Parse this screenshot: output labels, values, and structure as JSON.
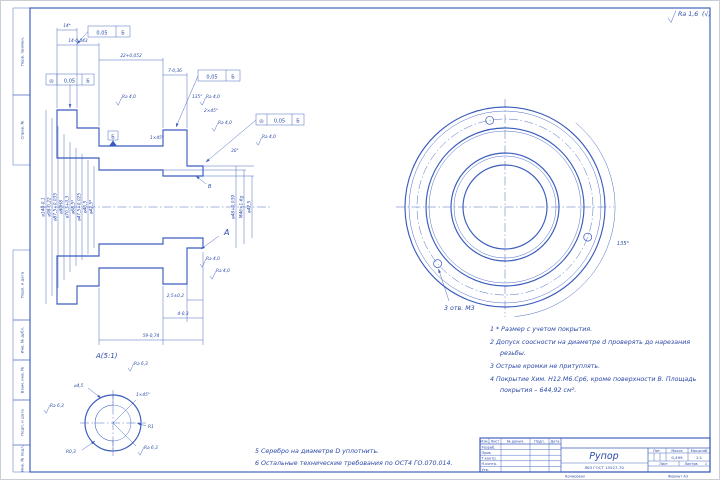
{
  "colors": {
    "line": "#3a5cbd",
    "text": "#2b4aa6",
    "background": "#ffffff"
  },
  "corner": {
    "ra": "Ra 1,6",
    "rest": "(√)"
  },
  "frames": {
    "f1": {
      "tol": "0,05",
      "datum": "Б"
    },
    "f2": {
      "sym": "◎",
      "tol": "0,05",
      "datum": "Б"
    },
    "f3": {
      "tol": "0,05",
      "datum": "Б"
    },
    "f4": {
      "sym": "◎",
      "tol": "0,05",
      "datum": "Б"
    },
    "datum_flag": "Б"
  },
  "sv": {
    "label_a": "А",
    "label_b": "В",
    "dims_top": [
      "14*",
      "14-0,043",
      "22+0,052",
      "7-0,36"
    ],
    "dims_left": [
      "⌀140-0,1",
      "⌀98-0,22",
      "⌀87,5+0,035",
      "⌀80H8",
      "⌀70,5+0,3",
      "⌀68,5*",
      "⌀47,5+0,025",
      "⌀46,5",
      "⌀42,5*"
    ],
    "dims_right": [
      "⌀48+0,039",
      "M46×1-6g",
      "⌀42,5"
    ],
    "dims_bottom": [
      "2,5±0,2",
      "4-0,3",
      "59-0,74"
    ],
    "chamfers": [
      "135°",
      "2×45°",
      "1×45°",
      "30°"
    ],
    "rough": [
      "Ra 4,0",
      "Ra 4,0",
      "Ra 4,0",
      "Ra 4,0",
      "Ra 4,0",
      "Ra 4,0"
    ]
  },
  "cv": {
    "holes_note": "3 отв. М3",
    "angle": "135°"
  },
  "dv": {
    "title": "А(5:1)",
    "labels": [
      "⌀4,5",
      "1×45°",
      "R1",
      "R0,3"
    ],
    "rough": [
      "Ra 6,3",
      "Ra 6,3",
      "Ra 6,3"
    ]
  },
  "tech": {
    "l1": "1 * Размер с учетом покрытия.",
    "l2": "2 Допуск соосности на диаметре d проверять до нарезания",
    "l3": "резьбы.",
    "l4": "3 Острые кромки не притуплять.",
    "l5": "4 Покрытие Хим. Н12.М6.Ср6, кроме поверхности В. Площадь",
    "l6": "покрытия – 644,92 см²."
  },
  "notes": {
    "n5": "5 Серебро на диаметре D уплотнить.",
    "n6": "6 Остальные технические требования по ОСТ4 ГО.070.014."
  },
  "margin": [
    "Перв. примен.",
    "Справ. №",
    "Подп. и дата",
    "Инв. № дубл.",
    "Взам. инв. №",
    "Подп. и дата",
    "Инв. № подл."
  ],
  "tb": {
    "part_name": "Рупор",
    "designation": "",
    "cols": [
      "Изм.",
      "Лист",
      "№ докум.",
      "Подп.",
      "Дата"
    ],
    "rows": [
      "Разраб.",
      "Пров.",
      "Т.контр.",
      "Н.контр.",
      "Утв."
    ],
    "lit_label": "Лит.",
    "mass_label": "Масса",
    "scale_label": "Масштаб",
    "mass_value": "0,499",
    "scale_value": "1:1",
    "sheet_label": "Лист",
    "sheets_label": "Листов",
    "sheets_value": "1",
    "material": "Л63 ГОСТ 15527-70",
    "footer_copy": "Копировал",
    "footer_format": "Формат А3"
  }
}
